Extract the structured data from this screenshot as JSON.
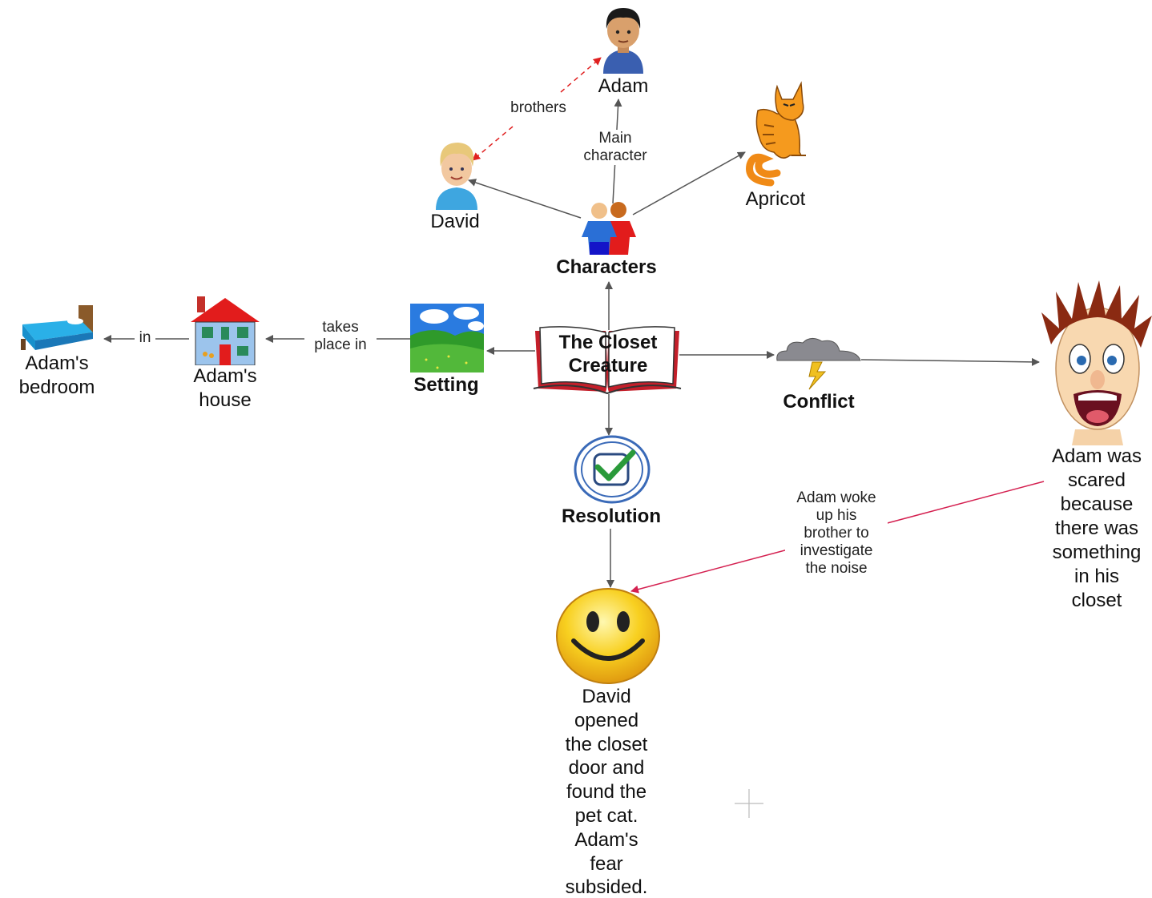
{
  "title": "The Closet Creature",
  "nodes": {
    "center": [
      "The Closet",
      "Creature"
    ],
    "characters": "Characters",
    "adam": "Adam",
    "david": "David",
    "apricot": "Apricot",
    "setting": "Setting",
    "house": [
      "Adam's",
      "house"
    ],
    "bedroom": [
      "Adam's",
      "bedroom"
    ],
    "conflict": "Conflict",
    "scared": [
      "Adam was",
      "scared",
      "because",
      "there was",
      "something",
      "in his",
      "closet"
    ],
    "resolution": "Resolution",
    "outcome": [
      "David",
      "opened",
      "the closet",
      "door and",
      "found the",
      "pet cat.",
      "Adam's",
      "fear",
      "subsided."
    ]
  },
  "edge_labels": {
    "brothers": "brothers",
    "main_character": [
      "Main",
      "character"
    ],
    "takes_place_in": [
      "takes",
      "place in"
    ],
    "in": "in",
    "woke_up": [
      "Adam woke",
      "up his",
      "brother to",
      "investigate",
      "the noise"
    ]
  },
  "icons": [
    "book-icon",
    "people-icon",
    "boy-adam-icon",
    "boy-david-icon",
    "cat-icon",
    "landscape-icon",
    "house-icon",
    "bed-icon",
    "storm-cloud-icon",
    "scared-face-icon",
    "checkmark-icon",
    "smiley-icon"
  ],
  "colors": {
    "edge": "#555555",
    "red_edge": "#d42050",
    "book_red": "#c41f2a"
  }
}
